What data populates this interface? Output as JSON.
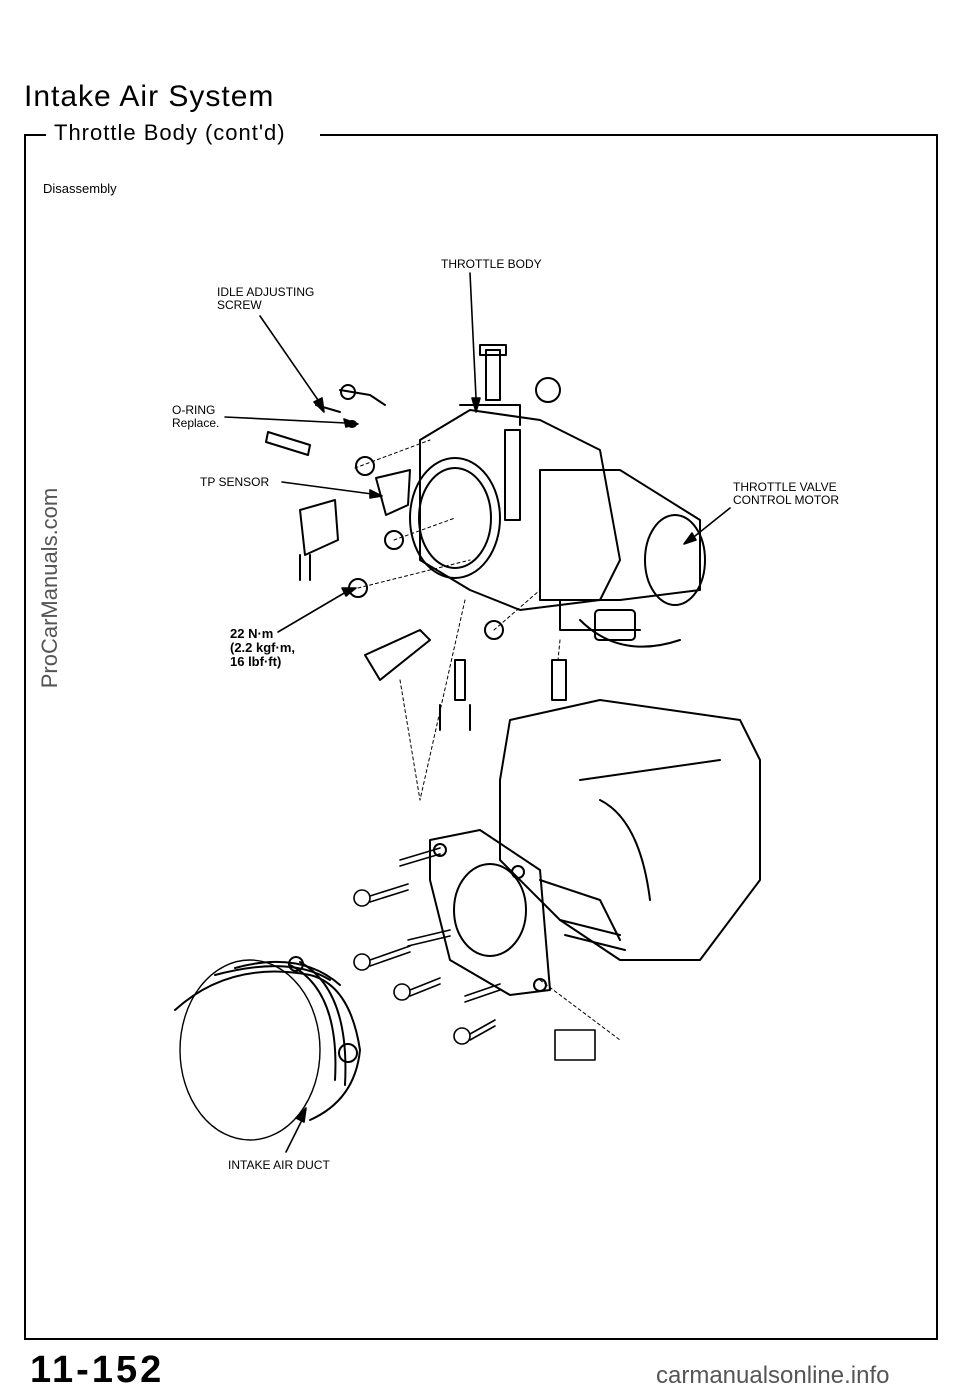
{
  "header": {
    "title": "Intake Air System",
    "subtitle": "Throttle Body (cont'd)"
  },
  "section": "Disassembly",
  "labels": {
    "throttle_body": "THROTTLE BODY",
    "idle_adjusting_screw": "IDLE  ADJUSTING\nSCREW",
    "o_ring": "O-RING\nReplace.",
    "tp_sensor": "TP SENSOR",
    "throttle_valve_control_motor": "THROTTLE VALVE\nCONTROL  MOTOR",
    "torque_spec": "22 N·m\n(2.2 kgf·m,\n16 lbf·ft)",
    "intake_air_duct": "INTAKE  AIR  DUCT"
  },
  "page_number": "11-152",
  "watermarks": {
    "side": "ProCarManuals.com",
    "bottom": "carmanualsonline.info"
  }
}
